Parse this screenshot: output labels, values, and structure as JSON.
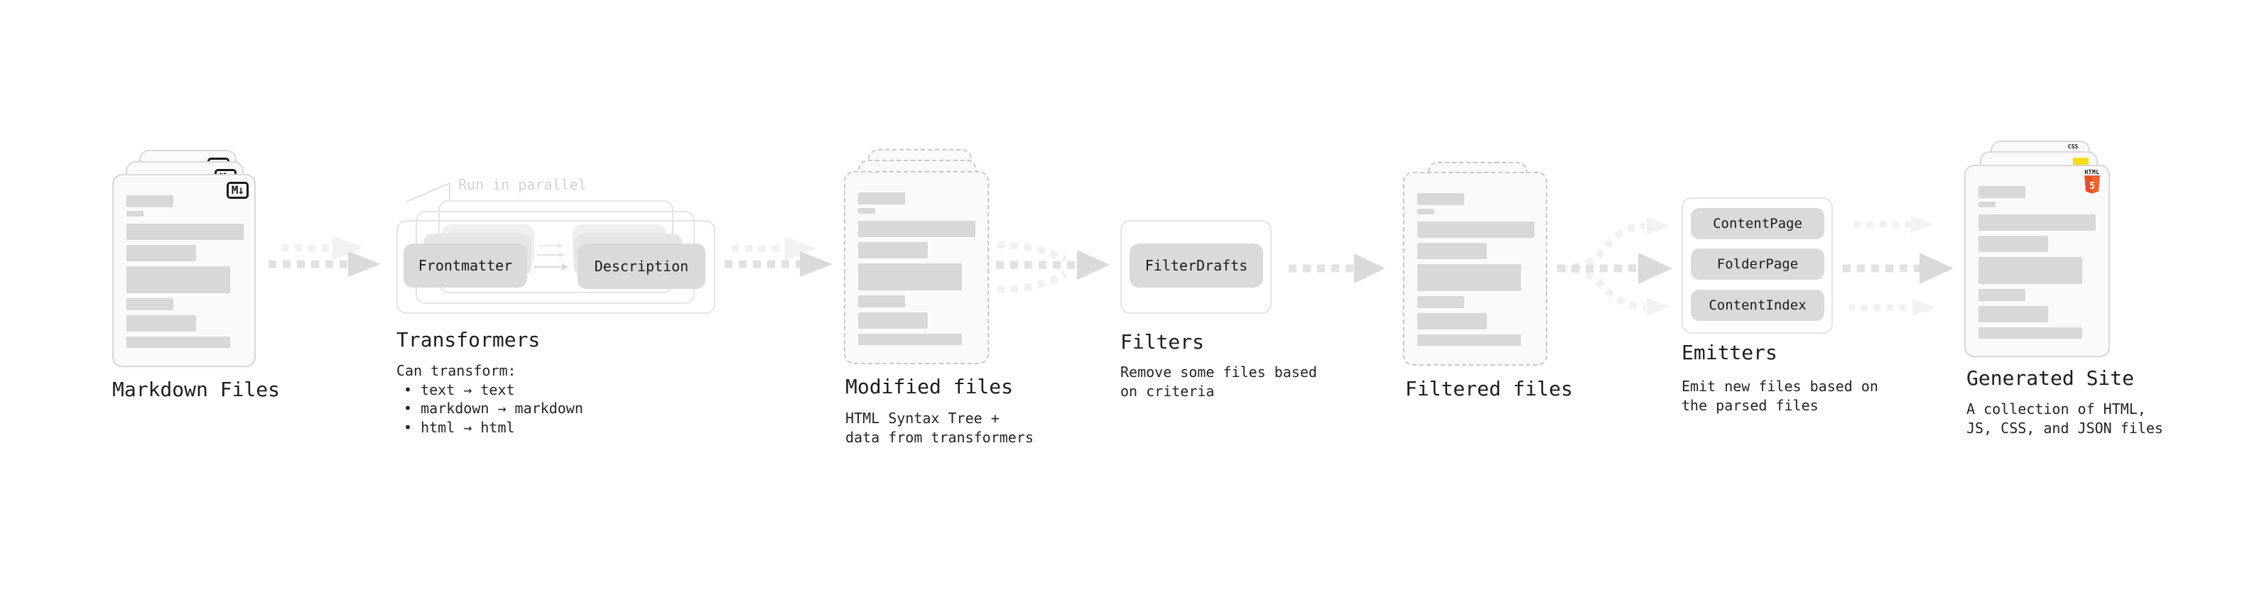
{
  "stages": {
    "markdown_files": {
      "label": "Markdown Files"
    },
    "transformers": {
      "label": "Transformers",
      "annotation": "Run in parallel",
      "pill_left": "Frontmatter",
      "pill_right": "Description",
      "desc_title": "Can transform:",
      "bullets": [
        "• text → text",
        "• markdown → markdown",
        "• html → html"
      ]
    },
    "modified_files": {
      "label": "Modified files",
      "desc": [
        "HTML Syntax Tree +",
        "data from transformers"
      ]
    },
    "filters": {
      "label": "Filters",
      "pill": "FilterDrafts",
      "desc": [
        "Remove some files based",
        "on criteria"
      ]
    },
    "filtered_files": {
      "label": "Filtered files"
    },
    "emitters": {
      "label": "Emitters",
      "pills": [
        "ContentPage",
        "FolderPage",
        "ContentIndex"
      ],
      "desc": [
        "Emit new files based on",
        "the parsed files"
      ]
    },
    "generated_site": {
      "label": "Generated Site",
      "desc": [
        "A collection of HTML,",
        "JS, CSS, and JSON files"
      ]
    }
  },
  "icons": {
    "markdown": "M↓",
    "html5_wordmark": "HTML",
    "html5_number": "5",
    "css_wordmark": "CSS"
  },
  "colors": {
    "html5_orange": "#e44d26",
    "html5_orange_light": "#f16529",
    "js_yellow": "#f5de19",
    "css_blue": "#2c63e8"
  }
}
